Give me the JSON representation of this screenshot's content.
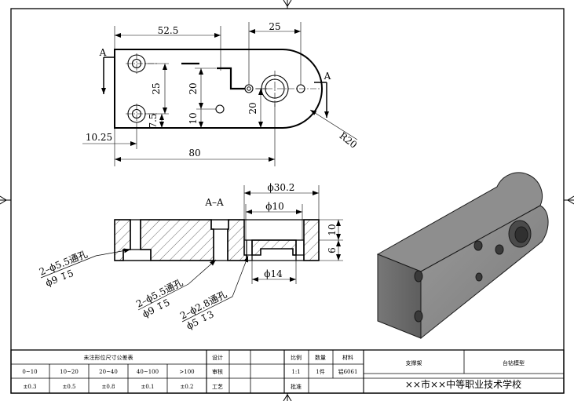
{
  "dimensions": {
    "width_52_5": "52.5",
    "width_25": "25",
    "height_25": "25",
    "height_20a": "20",
    "height_20b": "20",
    "height_10": "10",
    "height_7_5": "7.5",
    "offset_10_25": "10.25",
    "length_80": "80",
    "radius": "R20",
    "dia_30_2": "ϕ30.2",
    "dia_10": "ϕ10",
    "dia_14": "ϕ14",
    "depth_10": "10",
    "depth_6": "6"
  },
  "section": {
    "marker": "A",
    "title": "A–A"
  },
  "callouts": {
    "hole_a_line1": "2–ϕ5.5通孔",
    "hole_a_line2": "ϕ9 ↧5",
    "hole_b_line1": "2–ϕ5.5通孔",
    "hole_b_line2": "ϕ9 ↧5",
    "hole_c_line1": "2–ϕ2.8通孔",
    "hole_c_line2": "ϕ5 ↧3"
  },
  "title_block": {
    "tolerance_title": "未注形位尺寸公差表",
    "ranges": [
      "0~10",
      "10~20",
      "20~40",
      "40~100",
      ">100"
    ],
    "tolerances": [
      "±0.3",
      "±0.5",
      "±0.8",
      "±0.1",
      "±0.2"
    ],
    "roles": [
      "设计",
      "审核",
      "工艺"
    ],
    "col_scale": "比例",
    "col_qty": "数量",
    "col_material": "材料",
    "scale_value": "1:1",
    "qty_value": "1件",
    "material_value": "铝6061",
    "approve": "批准",
    "part_name": "支撑架",
    "assembly_name": "台钻模型",
    "school": "××市××中等职业技术学校"
  },
  "colors": {
    "line": "#000000",
    "model_top": "#8a8a8a",
    "model_front": "#6e6e6e",
    "model_right": "#b4b4b4"
  }
}
